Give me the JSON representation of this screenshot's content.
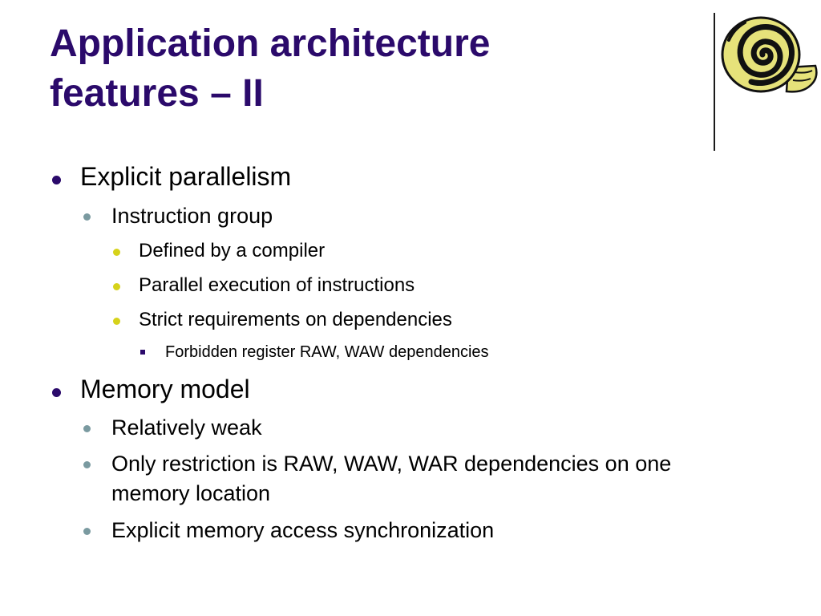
{
  "slide": {
    "title_line1": "Application architecture",
    "title_line2": "features – II",
    "logo_icon": "scroll-icon",
    "colors": {
      "title": "#2b0a6b",
      "level1_bullet": "#2b0a6b",
      "level2_bullet": "#7a9aa0",
      "level3_bullet": "#d6d21a",
      "level4_bullet": "#2b0a6b"
    }
  },
  "outline": {
    "item1": "Explicit parallelism",
    "item1_1": "Instruction group",
    "item1_1_1": "Defined by a compiler",
    "item1_1_2": "Parallel execution of instructions",
    "item1_1_3": "Strict requirements on dependencies",
    "item1_1_3_1": "Forbidden register RAW, WAW dependencies",
    "item2": "Memory model",
    "item2_1": "Relatively weak",
    "item2_2_line1": "Only restriction is RAW, WAW, WAR dependencies on one",
    "item2_2_line2": "memory location",
    "item2_3": "Explicit memory access synchronization"
  }
}
